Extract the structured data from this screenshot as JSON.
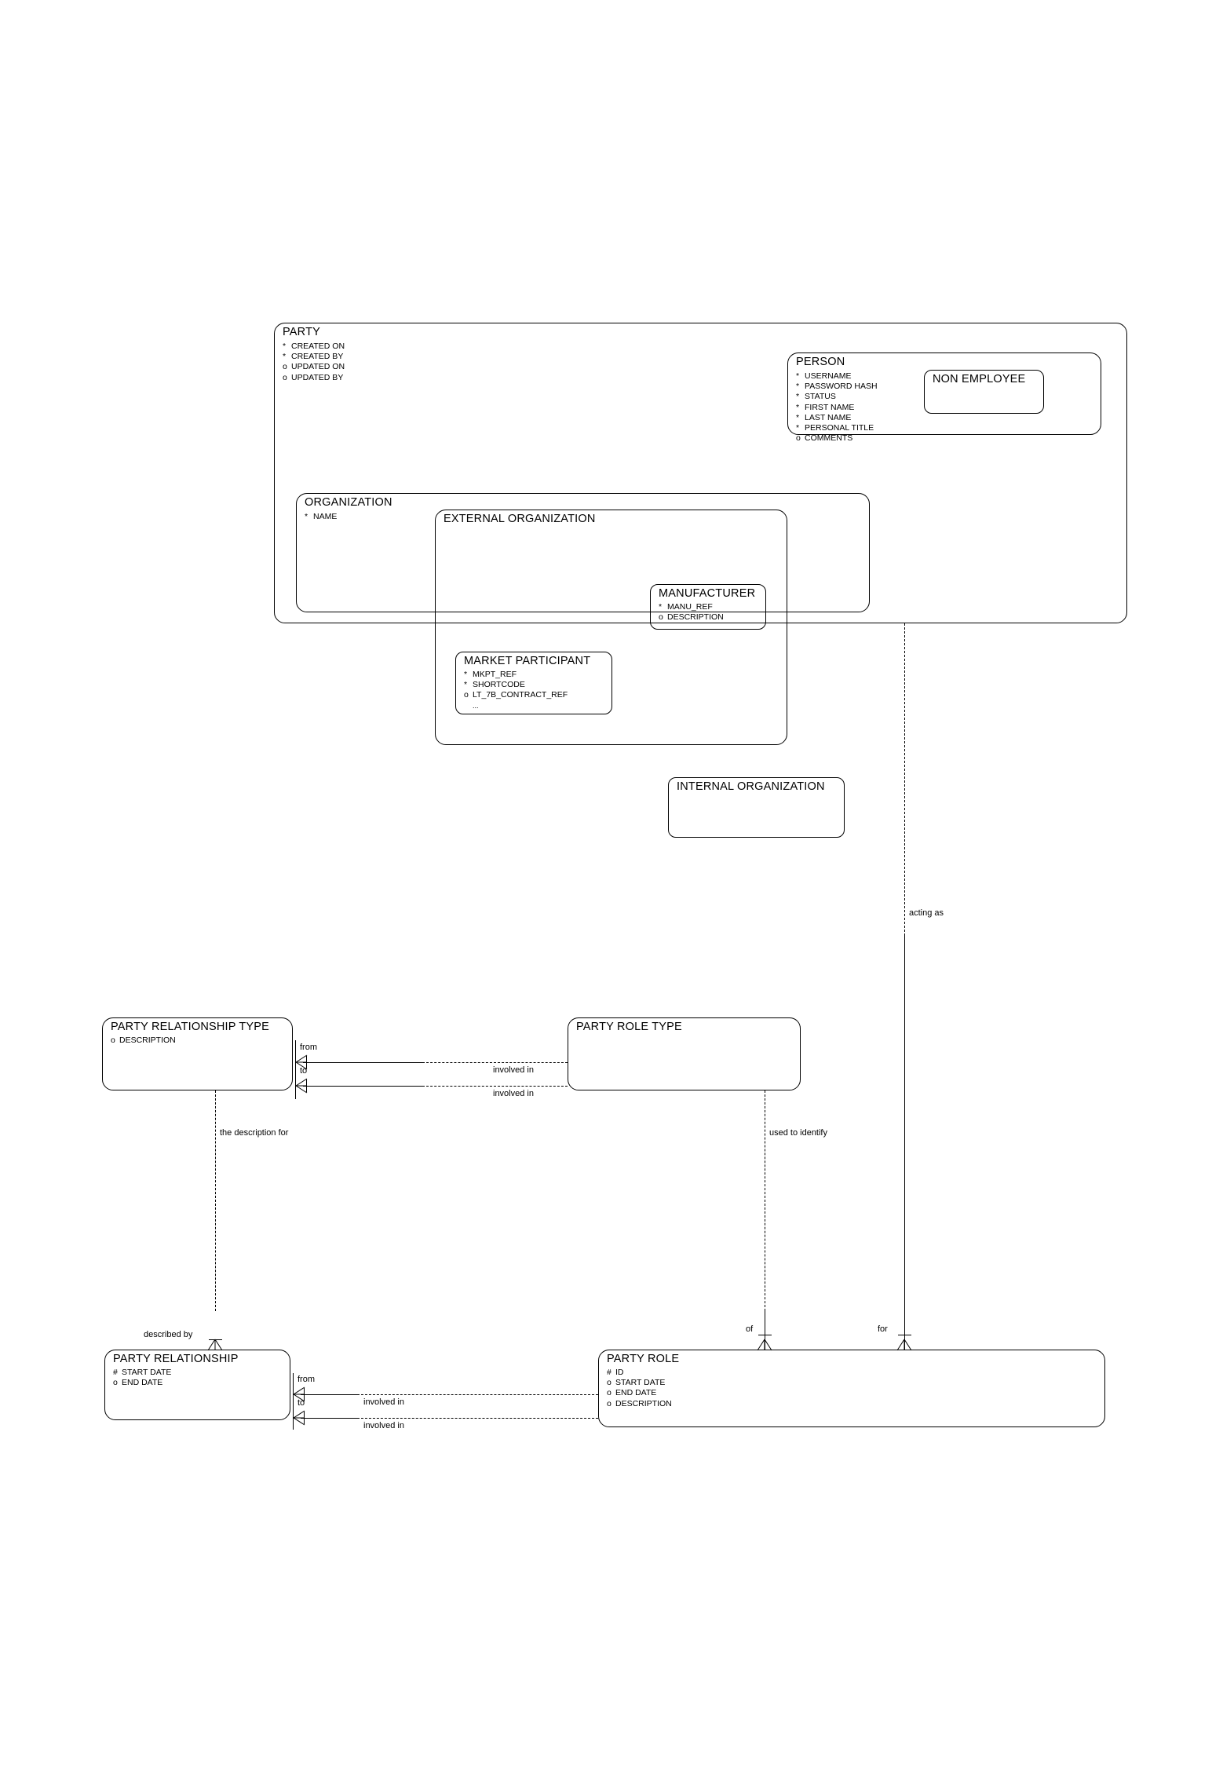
{
  "diagram": {
    "title": "Party Entity Relationship Diagram",
    "notation": "Barker ERD",
    "stroke_color": "#000000",
    "background_color": "#ffffff"
  },
  "entities": {
    "party": {
      "name": "PARTY",
      "attributes": [
        {
          "mark": "*",
          "label": "CREATED ON"
        },
        {
          "mark": "*",
          "label": "CREATED BY"
        },
        {
          "mark": "o",
          "label": "UPDATED ON"
        },
        {
          "mark": "o",
          "label": "UPDATED BY"
        }
      ]
    },
    "person": {
      "name": "PERSON",
      "attributes": [
        {
          "mark": "*",
          "label": "USERNAME"
        },
        {
          "mark": "*",
          "label": "PASSWORD HASH"
        },
        {
          "mark": "*",
          "label": "STATUS"
        },
        {
          "mark": "*",
          "label": "FIRST NAME"
        },
        {
          "mark": "*",
          "label": "LAST NAME"
        },
        {
          "mark": "*",
          "label": "PERSONAL TITLE"
        },
        {
          "mark": "o",
          "label": "COMMENTS"
        }
      ]
    },
    "non_employee": {
      "name": "NON EMPLOYEE",
      "attributes": []
    },
    "organization": {
      "name": "ORGANIZATION",
      "attributes": [
        {
          "mark": "*",
          "label": "NAME"
        }
      ]
    },
    "external_organization": {
      "name": "EXTERNAL ORGANIZATION",
      "attributes": []
    },
    "manufacturer": {
      "name": "MANUFACTURER",
      "attributes": [
        {
          "mark": "*",
          "label": "MANU_REF"
        },
        {
          "mark": "o",
          "label": "DESCRIPTION"
        }
      ]
    },
    "market_participant": {
      "name": "MARKET PARTICIPANT",
      "attributes": [
        {
          "mark": "*",
          "label": "MKPT_REF"
        },
        {
          "mark": "*",
          "label": "SHORTCODE"
        },
        {
          "mark": "o",
          "label": "LT_7B_CONTRACT_REF"
        },
        {
          "mark": "",
          "label": "..."
        }
      ]
    },
    "internal_organization": {
      "name": "INTERNAL ORGANIZATION",
      "attributes": []
    },
    "party_relationship_type": {
      "name": "PARTY RELATIONSHIP TYPE",
      "attributes": [
        {
          "mark": "o",
          "label": "DESCRIPTION"
        }
      ]
    },
    "party_role_type": {
      "name": "PARTY ROLE TYPE",
      "attributes": []
    },
    "party_relationship": {
      "name": "PARTY RELATIONSHIP",
      "attributes": [
        {
          "mark": "#",
          "label": "START DATE"
        },
        {
          "mark": "o",
          "label": "END DATE"
        }
      ]
    },
    "party_role": {
      "name": "PARTY ROLE",
      "attributes": [
        {
          "mark": "#",
          "label": "ID"
        },
        {
          "mark": "o",
          "label": "START DATE"
        },
        {
          "mark": "o",
          "label": "END DATE"
        },
        {
          "mark": "o",
          "label": "DESCRIPTION"
        }
      ]
    }
  },
  "relationships": {
    "party_acting_as_party_role": {
      "from_label": "acting as",
      "to_label": "for"
    },
    "prt_from_prole_type": {
      "near_label": "from",
      "far_label": "involved in"
    },
    "prt_to_prole_type": {
      "near_label": "to",
      "far_label": "involved in"
    },
    "prt_describes_pr": {
      "top_label": "the description for",
      "bottom_label": "described by"
    },
    "prole_type_identifies_prole": {
      "top_label": "used to identify",
      "bottom_label": "of"
    },
    "pr_from_prole": {
      "near_label": "from",
      "far_label": "involved in"
    },
    "pr_to_prole": {
      "near_label": "to",
      "far_label": "involved in"
    }
  }
}
